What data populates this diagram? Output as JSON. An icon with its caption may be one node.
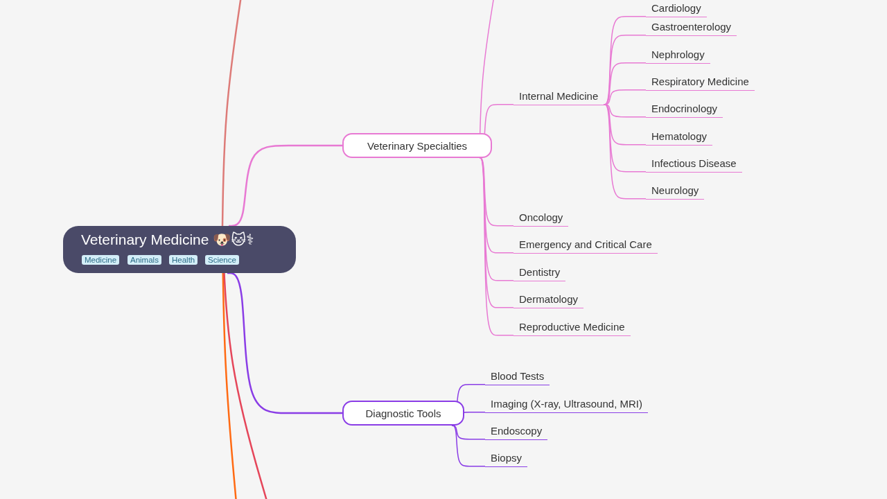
{
  "diagram": {
    "nodes": [
      {
        "text": [
          "Veterinary Medicine 🐶🐱⚕"
        ]
      },
      {
        "text": [
          "Medicine"
        ],
        "in": 0
      },
      {
        "text": [
          "Animals"
        ],
        "in": 0
      },
      {
        "text": [
          "Health"
        ],
        "in": 0
      },
      {
        "text": [
          "Science"
        ],
        "in": 0
      },
      {
        "text": [
          "Veterinary Specialties"
        ]
      },
      {
        "text": [
          "Internal Medicine"
        ]
      },
      {
        "text": [
          "Cardiology"
        ]
      },
      {
        "text": [
          "Gastroenterology"
        ]
      },
      {
        "text": [
          "Nephrology"
        ]
      },
      {
        "text": [
          "Respiratory Medicine"
        ]
      },
      {
        "text": [
          "Endocrinology"
        ]
      },
      {
        "text": [
          "Hematology"
        ]
      },
      {
        "text": [
          "Infectious Disease"
        ]
      },
      {
        "text": [
          "Neurology"
        ]
      },
      {
        "text": [
          "Oncology"
        ]
      },
      {
        "text": [
          "Emergency and Critical Care"
        ]
      },
      {
        "text": [
          "Dentistry"
        ]
      },
      {
        "text": [
          "Dermatology"
        ]
      },
      {
        "text": [
          "Reproductive Medicine"
        ]
      },
      {
        "text": [
          "Diagnostic Tools"
        ]
      },
      {
        "text": [
          "Blood Tests"
        ]
      },
      {
        "text": [
          "Imaging (X-ray, Ultrasound, MRI)"
        ]
      },
      {
        "text": [
          "Endoscopy"
        ]
      },
      {
        "text": [
          "Biopsy"
        ]
      }
    ],
    "edges": [
      {
        "from": 0,
        "to": null,
        "arrow": "none",
        "color": "#dd7b78"
      },
      {
        "from": 0,
        "to": 5,
        "arrow": "none"
      },
      {
        "from": 5,
        "to": null,
        "arrow": "none"
      },
      {
        "from": 5,
        "to": 6,
        "arrow": "none"
      },
      {
        "from": 6,
        "to": 7,
        "arrow": "none"
      },
      {
        "from": 6,
        "to": 8,
        "arrow": "none"
      },
      {
        "from": 6,
        "to": 9,
        "arrow": "none"
      },
      {
        "from": 6,
        "to": 10,
        "arrow": "none"
      },
      {
        "from": 6,
        "to": 11,
        "arrow": "none"
      },
      {
        "from": 6,
        "to": 12,
        "arrow": "none"
      },
      {
        "from": 6,
        "to": 13,
        "arrow": "none"
      },
      {
        "from": 6,
        "to": 14,
        "arrow": "none"
      },
      {
        "from": 5,
        "to": 15,
        "arrow": "none"
      },
      {
        "from": 5,
        "to": 16,
        "arrow": "none"
      },
      {
        "from": 5,
        "to": 17,
        "arrow": "none"
      },
      {
        "from": 5,
        "to": 18,
        "arrow": "none"
      },
      {
        "from": 5,
        "to": 19,
        "arrow": "none"
      },
      {
        "from": 0,
        "to": 20,
        "arrow": "none",
        "color": "#8a3de6"
      },
      {
        "from": 20,
        "to": 21,
        "arrow": "none",
        "color": "#8a3de6"
      },
      {
        "from": 20,
        "to": 22,
        "arrow": "none",
        "color": "#8a3de6"
      },
      {
        "from": 20,
        "to": 23,
        "arrow": "none",
        "color": "#8a3de6"
      },
      {
        "from": 20,
        "to": 24,
        "arrow": "none",
        "color": "#8a3de6"
      },
      {
        "from": 0,
        "to": null,
        "arrow": "none",
        "color": "#ff6a13"
      },
      {
        "from": 0,
        "to": null,
        "arrow": "none",
        "color": "#e5465a"
      }
    ]
  }
}
